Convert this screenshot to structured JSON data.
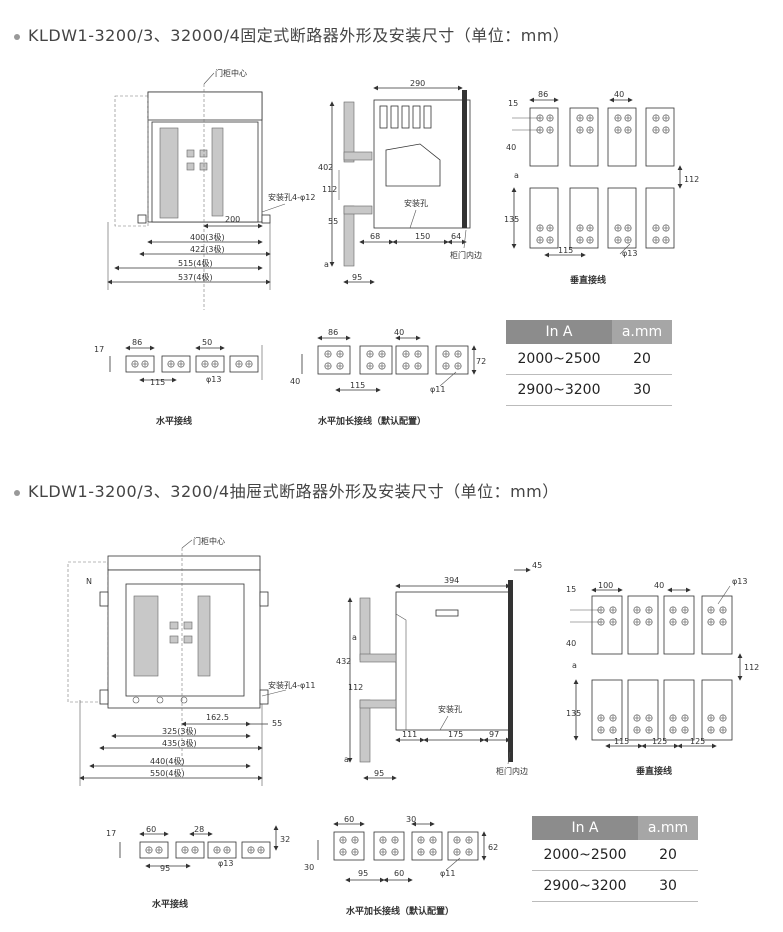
{
  "section1": {
    "title": "KLDW1-3200/3、32000/4固定式断路器外形及安装尺寸（单位：mm）",
    "front": {
      "door_center": "门柜中心",
      "mount_hole": "安装孔4-φ12",
      "dims": [
        "200",
        "400(3极)",
        "422(3极)",
        "515(4极)",
        "537(4极)"
      ]
    },
    "side": {
      "dims": [
        "290",
        "402",
        "112",
        "55",
        "68",
        "150",
        "64",
        "95",
        "a"
      ],
      "mount_hole": "安装孔",
      "door_edge": "柜门内边"
    },
    "vertical": {
      "dims": [
        "15",
        "86",
        "40",
        "40",
        "a",
        "112",
        "135",
        "115",
        "φ13"
      ],
      "caption": "垂直接线"
    },
    "horizontal": {
      "dims": [
        "17",
        "86",
        "50",
        "115",
        "φ13"
      ],
      "caption": "水平接线"
    },
    "horizontal_ext": {
      "dims": [
        "86",
        "40",
        "40",
        "72",
        "115",
        "φ11"
      ],
      "caption": "水平加长接线（默认配置）"
    },
    "table": {
      "headers": [
        "In A",
        "a.mm"
      ],
      "rows": [
        [
          "2000~2500",
          "20"
        ],
        [
          "2900~3200",
          "30"
        ]
      ]
    }
  },
  "section2": {
    "title": "KLDW1-3200/3、3200/4抽屉式断路器外形及安装尺寸（单位：mm）",
    "front": {
      "door_center": "门柜中心",
      "n_label": "N",
      "mount_hole": "安装孔4-φ11",
      "dims": [
        "162.5",
        "55",
        "325(3极)",
        "435(3极)",
        "440(4极)",
        "550(4极)"
      ]
    },
    "side": {
      "dims": [
        "394",
        "45",
        "432",
        "112",
        "a",
        "111",
        "175",
        "97",
        "95",
        "a"
      ],
      "mount_hole": "安装孔",
      "door_edge": "柜门内边"
    },
    "vertical": {
      "dims": [
        "15",
        "100",
        "40",
        "φ13",
        "40",
        "a",
        "112",
        "135",
        "115",
        "125",
        "125"
      ],
      "caption": "垂直接线"
    },
    "horizontal": {
      "dims": [
        "17",
        "60",
        "28",
        "32",
        "95",
        "φ13"
      ],
      "caption": "水平接线"
    },
    "horizontal_ext": {
      "dims": [
        "60",
        "30",
        "30",
        "62",
        "95",
        "60",
        "φ11"
      ],
      "caption": "水平加长接线（默认配置）"
    },
    "table": {
      "headers": [
        "In A",
        "a.mm"
      ],
      "rows": [
        [
          "2000~2500",
          "20"
        ],
        [
          "2900~3200",
          "30"
        ]
      ]
    }
  }
}
